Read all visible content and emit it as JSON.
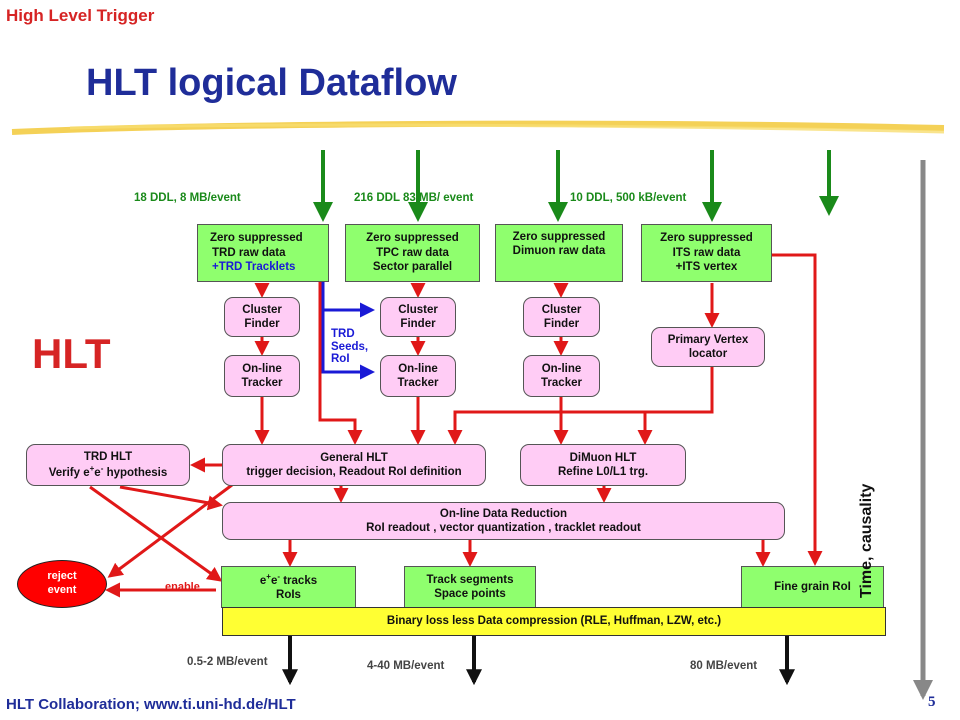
{
  "header": {
    "section": "High Level Trigger",
    "title": "HLT logical Dataflow"
  },
  "side_label": "HLT",
  "input_rates": {
    "trd": "18 DDL,  8 MB/event",
    "tpc": "216 DDL   83 MB/  event",
    "dimuon": "10 DDL,  500  kB/event"
  },
  "inputs": {
    "trd": {
      "line1": "Zero  suppressed",
      "line2": "TRD raw data",
      "line3": "+TRD Tracklets"
    },
    "tpc": {
      "line1": "Zero  suppressed",
      "line2": "TPC raw data",
      "line3": "Sector  parallel"
    },
    "dimuon": {
      "line1": "Zero  suppressed",
      "line2": "Dimuon  raw data"
    },
    "its": {
      "line1": "Zero  suppressed",
      "line2": "ITS raw data",
      "line3": "+ITS vertex"
    }
  },
  "processing": {
    "cluster_finder_1": {
      "line1": "Cluster",
      "line2": "Finder"
    },
    "cluster_finder_2": {
      "line1": "Cluster",
      "line2": "Finder"
    },
    "cluster_finder_3": {
      "line1": "Cluster",
      "line2": "Finder"
    },
    "tracker_1": {
      "line1": "On-line",
      "line2": "Tracker"
    },
    "tracker_2": {
      "line1": "On-line",
      "line2": "Tracker"
    },
    "tracker_3": {
      "line1": "On-line",
      "line2": "Tracker"
    },
    "vertex": {
      "line1": "Primary  Vertex",
      "line2": "locator"
    },
    "trd_seeds": {
      "line1": "TRD",
      "line2": "Seeds,",
      "line3": "RoI"
    }
  },
  "triggers": {
    "trd_hlt": {
      "line1": "TRD HLT",
      "line2_pre": "Verify e",
      "line2_sup1": "+",
      "line2_mid": "e",
      "line2_sup2": "-",
      "line2_post": " hypothesis"
    },
    "general_hlt": {
      "line1": "General HLT",
      "line2": "trigger  decision, Readout  RoI definition"
    },
    "dimuon_hlt": {
      "line1": "DiMuon  HLT",
      "line2": "Refine  L0/L1 trg."
    }
  },
  "reduction": {
    "line1": "On-line  Data  Reduction",
    "line2": "RoI readout ,  vector  quantization ,  tracklet  readout"
  },
  "outputs": {
    "ee_tracks": {
      "line1_pre": "e",
      "line1_sup1": "+",
      "line1_mid": "e",
      "line1_sup2": "-",
      "line1_post": " tracks",
      "line2": "RoIs"
    },
    "track_segments": {
      "line1": "Track segments",
      "line2": "Space points"
    },
    "fine_grain": "Fine grain  RoI"
  },
  "reject": {
    "line1": "reject",
    "line2": "event"
  },
  "enable_label": "enable",
  "compression": "Binary  loss less  Data  compression    (RLE,  Huffman,  LZW, etc.)",
  "output_rates": {
    "left": "0.5-2 MB/event",
    "middle": "4-40 MB/event",
    "right": "80 MB/event"
  },
  "time_axis": "Time, causality",
  "footer": "HLT Collaboration; www.ti.uni-hd.de/HLT",
  "page_number": "5",
  "colors": {
    "green_box": "#8fff6e",
    "pink_box": "#ffccf5",
    "yellow_box": "#ffff33",
    "red_arrow": "#e01818",
    "green_arrow": "#1a8a1a",
    "blue_arrow": "#1a1ad6",
    "title": "#1f2d99",
    "accent_red": "#d62424"
  }
}
